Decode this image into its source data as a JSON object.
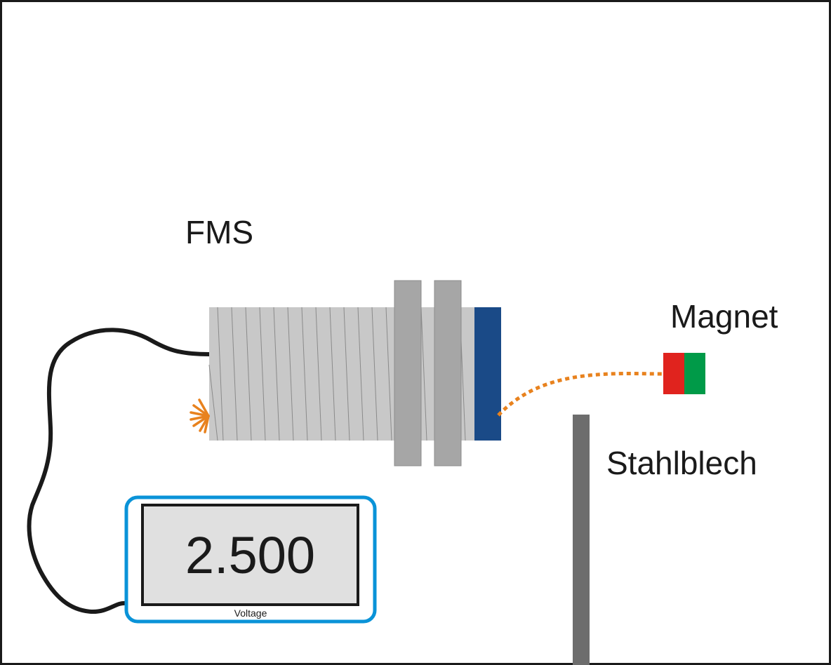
{
  "labels": {
    "sensor": "FMS",
    "magnet": "Magnet",
    "steel_sheet": "Stahlblech"
  },
  "meter": {
    "value": "2.500",
    "caption": "Voltage"
  },
  "colors": {
    "sensor_body": "#c8c8c8",
    "sensor_cap": "#1a4a87",
    "nut": "#a6a6a6",
    "cable": "#1a1a1a",
    "meter_border": "#0a93d8",
    "meter_screen": "#e0e0e0",
    "field_line": "#e8821e",
    "magnet_north": "#e0231e",
    "magnet_south": "#009a48",
    "steel_sheet": "#6d6d6d"
  },
  "icons": [
    "field-burst-icon"
  ]
}
